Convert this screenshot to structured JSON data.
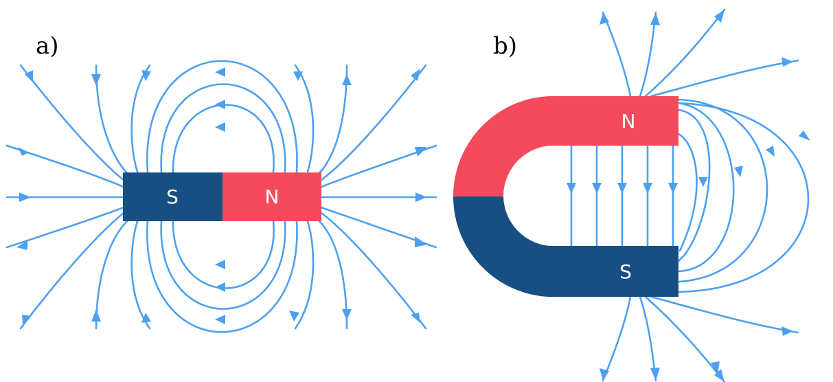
{
  "panels": {
    "a": {
      "label": "a)",
      "magnet": {
        "left_pole": "S",
        "right_pole": "N"
      }
    },
    "b": {
      "label": "b)",
      "magnet": {
        "top_pole": "N",
        "bottom_pole": "S"
      }
    }
  },
  "colors": {
    "field_line": "#4DA0F0",
    "north": "#F44B5C",
    "south": "#184F82",
    "pole_text": "#FFFFFF"
  }
}
